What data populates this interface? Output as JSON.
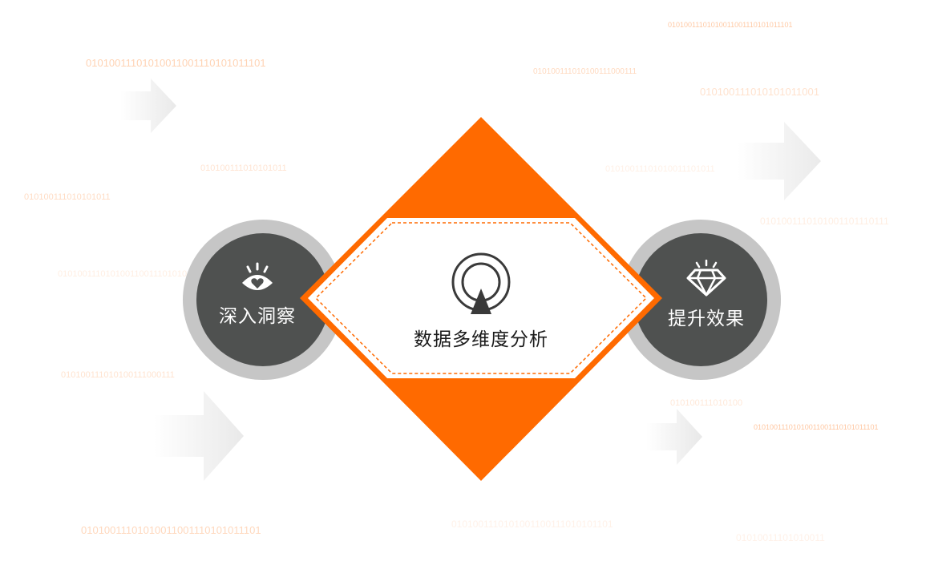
{
  "left_node": {
    "label": "深入洞察",
    "icon": "eye-heart-icon"
  },
  "center_node": {
    "label": "数据多维度分析",
    "icon": "location-signal-icon"
  },
  "right_node": {
    "label": "提升效果",
    "icon": "diamond-icon"
  },
  "colors": {
    "accent": "#ff6a00",
    "dark": "#4f5150",
    "ring": "#c6c6c6"
  },
  "binary_strings": [
    "01010011101010011001110101011101",
    "01010011101010011001110101011101",
    "010100111010100111000111",
    "010100111010101011001",
    "010100111010101011",
    "010100111010101011",
    "01010011101010011101011",
    "0101001110101001101110111",
    "010100111010100111000111",
    "01010011101010011001110101011101",
    "0101001110101001100111010101101",
    "01010011101010011001110101011101",
    "010100111010100",
    "0101001110101001100111010101101",
    "01010011101010011"
  ]
}
